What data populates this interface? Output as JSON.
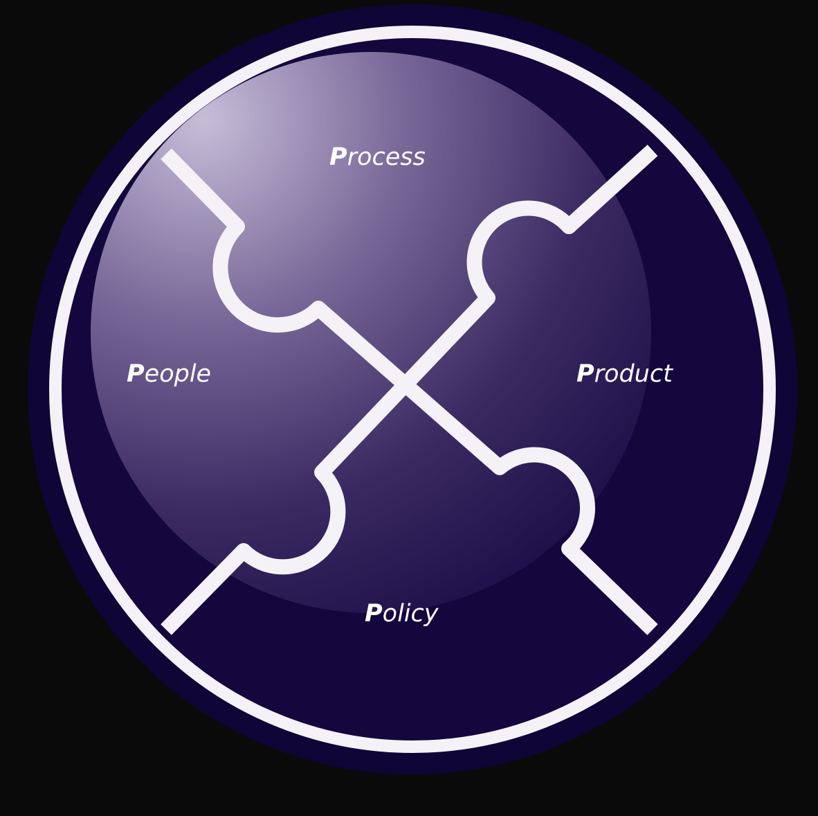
{
  "diagram": {
    "labels": {
      "process": {
        "initial": "P",
        "rest": "rocess"
      },
      "people": {
        "initial": "P",
        "rest": "eople"
      },
      "product": {
        "initial": "P",
        "rest": "roduct"
      },
      "policy": {
        "initial": "P",
        "rest": "olicy"
      }
    },
    "colors": {
      "background": "#0a0a0a",
      "circle_fill": "#13073d",
      "outer_halo": "#0f0536",
      "lines": "#f4f2f7",
      "highlight": "#c7bdd8"
    }
  }
}
